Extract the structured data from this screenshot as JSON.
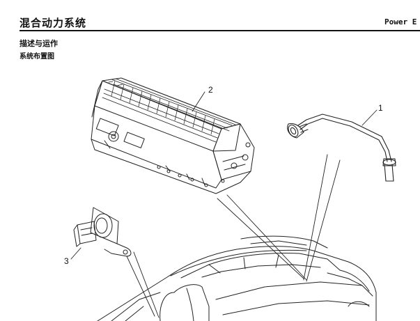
{
  "header": {
    "title": "混合动力系统",
    "right_text": "Power  E"
  },
  "section": {
    "title": "描述与运作",
    "subtitle": "系统布置图"
  },
  "figure": {
    "callouts": [
      {
        "id": "1"
      },
      {
        "id": "2"
      },
      {
        "id": "3"
      }
    ]
  }
}
